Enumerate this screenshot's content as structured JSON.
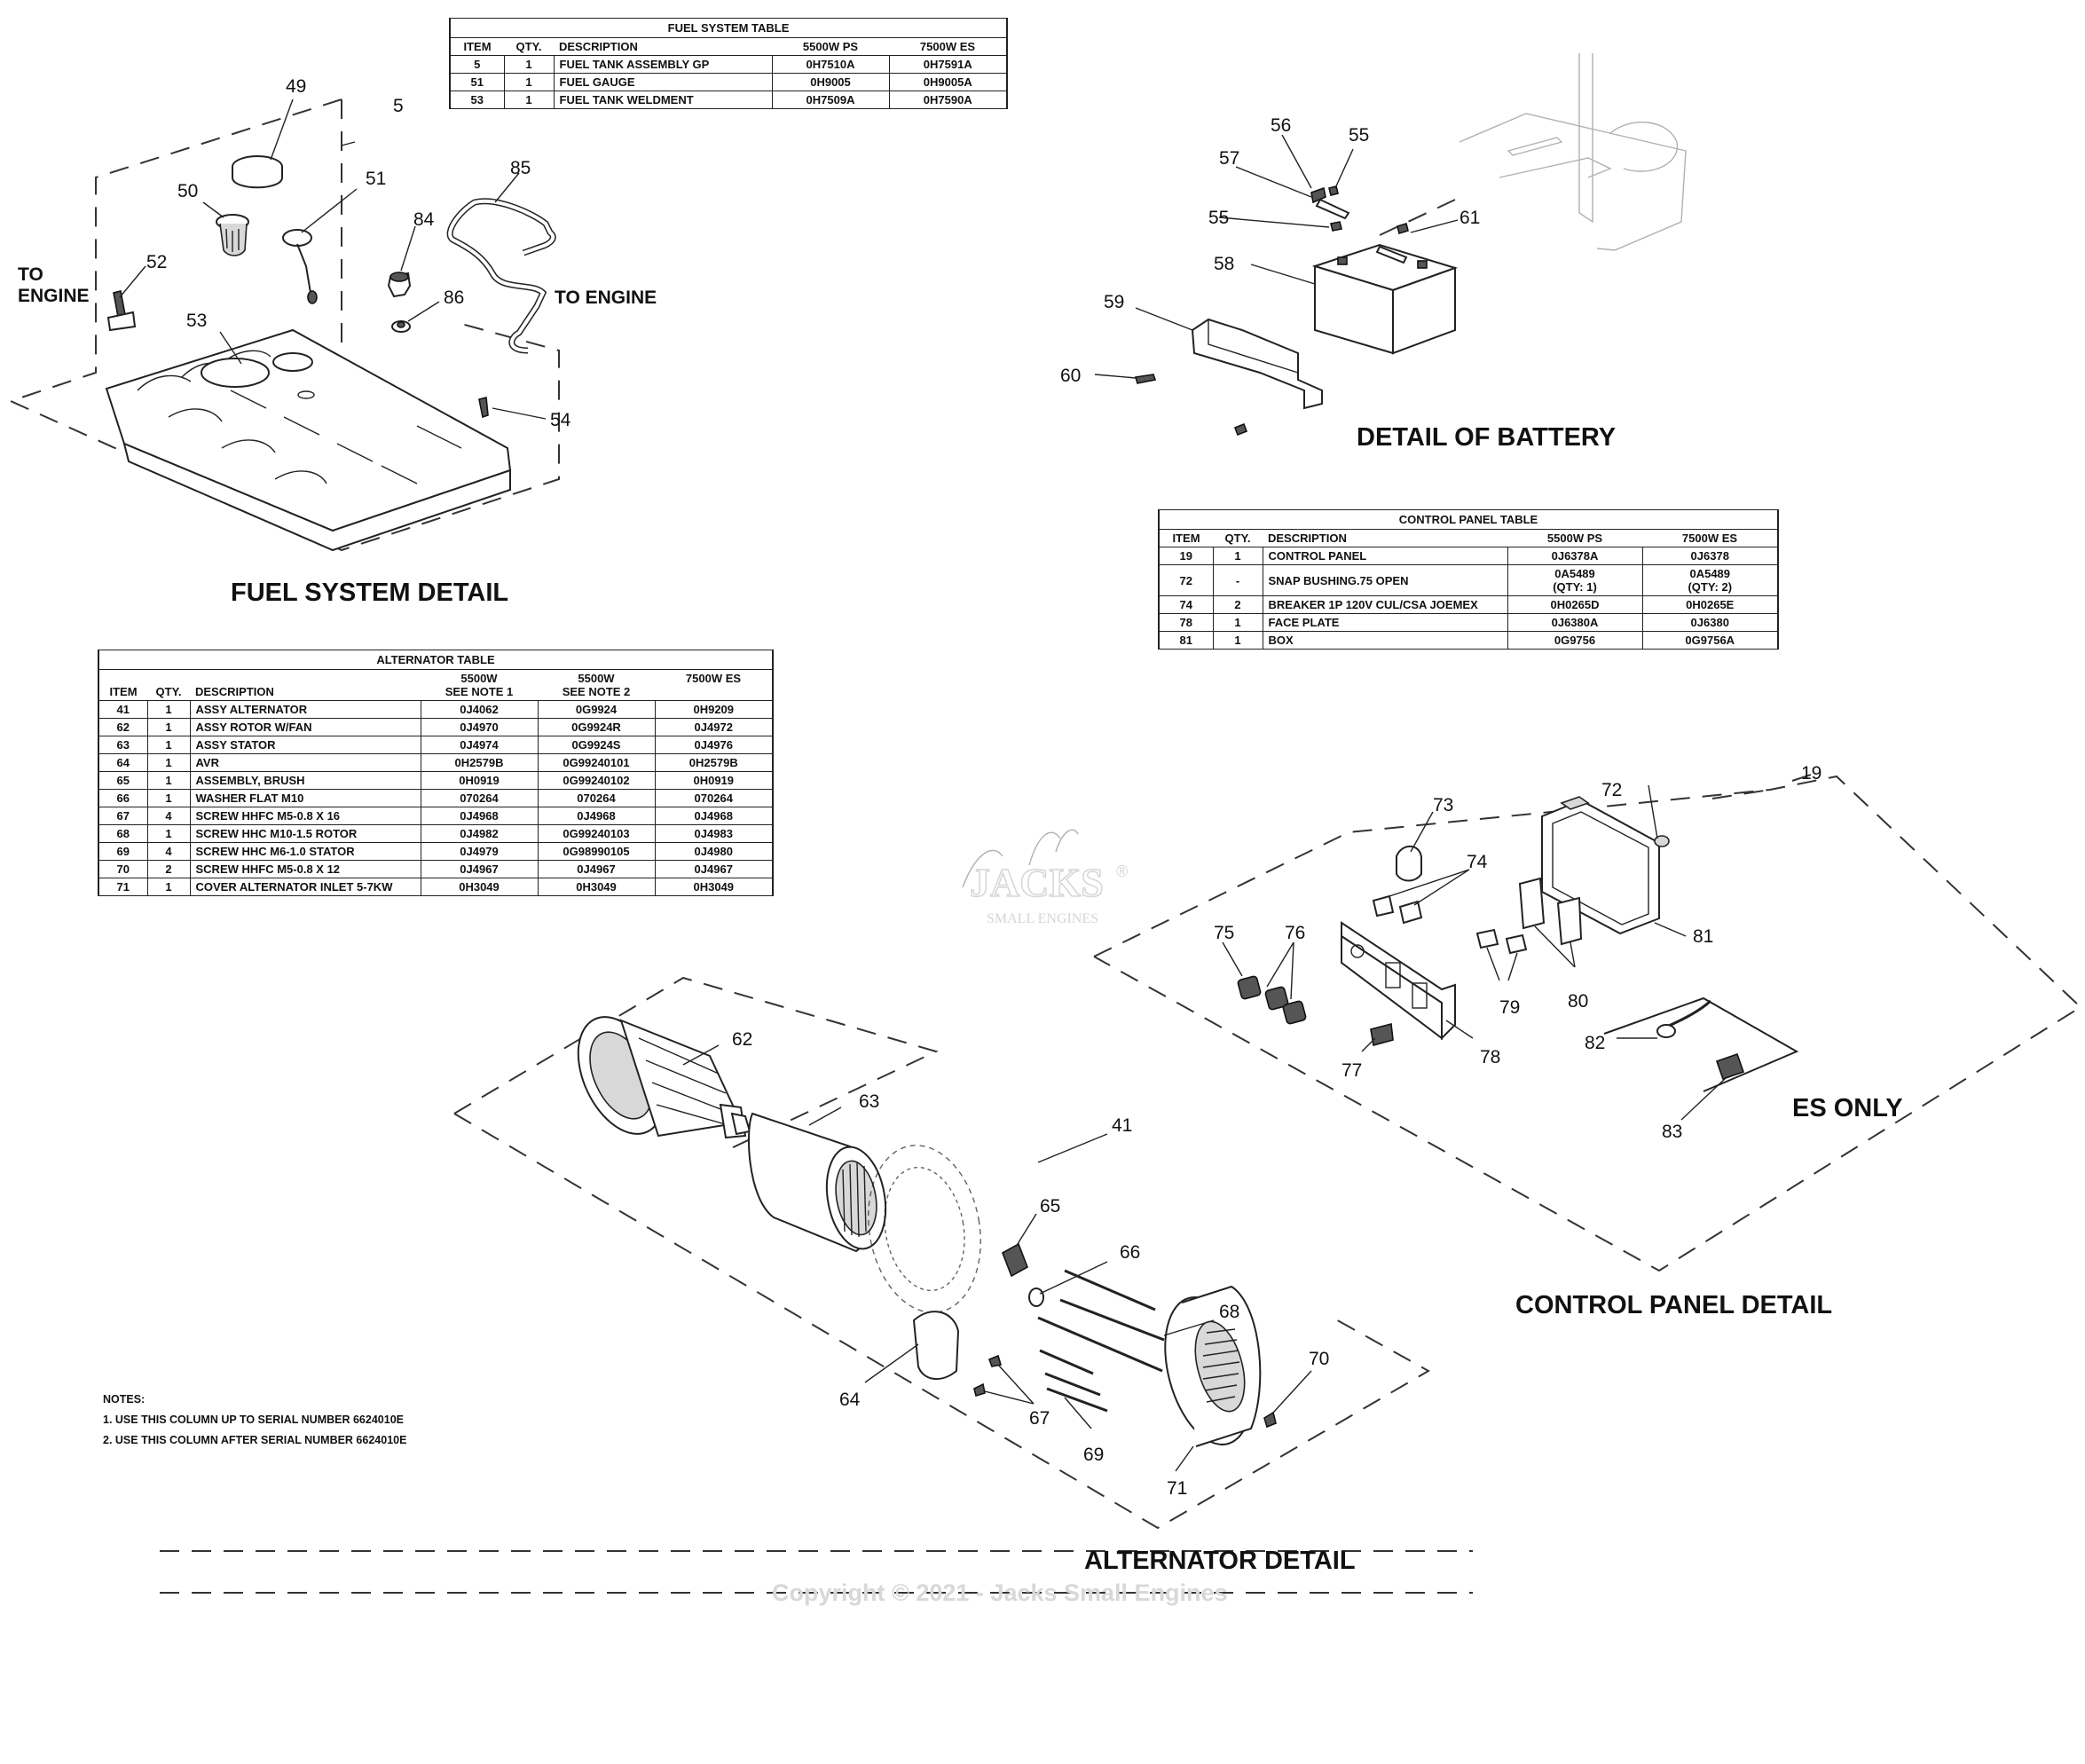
{
  "fuel_table": {
    "title": "FUEL SYSTEM TABLE",
    "headers": [
      "ITEM",
      "QTY.",
      "DESCRIPTION",
      "5500W PS",
      "7500W ES"
    ],
    "rows": [
      [
        "5",
        "1",
        "FUEL TANK ASSEMBLY GP",
        "0H7510A",
        "0H7591A"
      ],
      [
        "51",
        "1",
        "FUEL GAUGE",
        "0H9005",
        "0H9005A"
      ],
      [
        "53",
        "1",
        "FUEL TANK  WELDMENT",
        "0H7509A",
        "0H7590A"
      ]
    ]
  },
  "control_table": {
    "title": "CONTROL PANEL TABLE",
    "headers": [
      "ITEM",
      "QTY.",
      "DESCRIPTION",
      "5500W PS",
      "7500W ES"
    ],
    "rows": [
      [
        "19",
        "1",
        "CONTROL PANEL",
        "0J6378A",
        "0J6378"
      ],
      [
        "72",
        "-",
        "SNAP BUSHING.75 OPEN",
        "0A5489\n(QTY: 1)",
        "0A5489\n(QTY: 2)"
      ],
      [
        "74",
        "2",
        "BREAKER 1P 120V CUL/CSA JOEMEX",
        "0H0265D",
        "0H0265E"
      ],
      [
        "78",
        "1",
        "FACE PLATE",
        "0J6380A",
        "0J6380"
      ],
      [
        "81",
        "1",
        "BOX",
        "0G9756",
        "0G9756A"
      ]
    ]
  },
  "alternator_table": {
    "title": "ALTERNATOR TABLE",
    "headers": [
      "ITEM",
      "QTY.",
      "DESCRIPTION",
      "5500W\nSEE NOTE 1",
      "5500W\nSEE NOTE 2",
      "7500W ES"
    ],
    "rows": [
      [
        "41",
        "1",
        "ASSY ALTERNATOR",
        "0J4062",
        "0G9924",
        "0H9209"
      ],
      [
        "62",
        "1",
        "ASSY ROTOR W/FAN",
        "0J4970",
        "0G9924R",
        "0J4972"
      ],
      [
        "63",
        "1",
        "ASSY STATOR",
        "0J4974",
        "0G9924S",
        "0J4976"
      ],
      [
        "64",
        "1",
        "AVR",
        "0H2579B",
        "0G99240101",
        "0H2579B"
      ],
      [
        "65",
        "1",
        "ASSEMBLY, BRUSH",
        "0H0919",
        "0G99240102",
        "0H0919"
      ],
      [
        "66",
        "1",
        "WASHER FLAT M10",
        "070264",
        "070264",
        "070264"
      ],
      [
        "67",
        "4",
        "SCREW HHFC M5-0.8 X 16",
        "0J4968",
        "0J4968",
        "0J4968"
      ],
      [
        "68",
        "1",
        "SCREW HHC M10-1.5 ROTOR",
        "0J4982",
        "0G99240103",
        "0J4983"
      ],
      [
        "69",
        "4",
        "SCREW HHC M6-1.0 STATOR",
        "0J4979",
        "0G98990105",
        "0J4980"
      ],
      [
        "70",
        "2",
        "SCREW HHFC M5-0.8 X 12",
        "0J4967",
        "0J4967",
        "0J4967"
      ],
      [
        "71",
        "1",
        "COVER ALTERNATOR INLET 5-7KW",
        "0H3049",
        "0H3049",
        "0H3049"
      ]
    ]
  },
  "section_titles": {
    "fuel": "FUEL SYSTEM DETAIL",
    "battery": "DETAIL OF BATTERY",
    "control": "CONTROL PANEL DETAIL",
    "alternator": "ALTERNATOR DETAIL",
    "es_only": "ES ONLY"
  },
  "fuel_labels": {
    "to_engine_left_1": "TO",
    "to_engine_left_2": "ENGINE",
    "to_engine_right": "TO ENGINE"
  },
  "callouts": {
    "c49": "49",
    "c5": "5",
    "c50": "50",
    "c51": "51",
    "c52": "52",
    "c53": "53",
    "c54": "54",
    "c84": "84",
    "c85": "85",
    "c86": "86",
    "c56": "56",
    "c55a": "55",
    "c57": "57",
    "c55b": "55",
    "c58": "58",
    "c59": "59",
    "c60": "60",
    "c61": "61",
    "c19": "19",
    "c72": "72",
    "c73": "73",
    "c74": "74",
    "c75": "75",
    "c76": "76",
    "c77": "77",
    "c78": "78",
    "c79": "79",
    "c80": "80",
    "c81": "81",
    "c82": "82",
    "c83": "83",
    "c62": "62",
    "c63": "63",
    "c41": "41",
    "c65": "65",
    "c66": "66",
    "c68": "68",
    "c70": "70",
    "c64": "64",
    "c67": "67",
    "c69": "69",
    "c71": "71"
  },
  "notes": {
    "title": "NOTES:",
    "n1": "1.  USE THIS COLUMN UP TO SERIAL NUMBER 6624010E",
    "n2": "2.  USE THIS COLUMN AFTER SERIAL NUMBER 6624010E"
  },
  "watermark": {
    "logo": "JACKS",
    "logo_sub": "SMALL ENGINES",
    "copyright": "Copyright © 2021 - Jacks Small Engines"
  }
}
